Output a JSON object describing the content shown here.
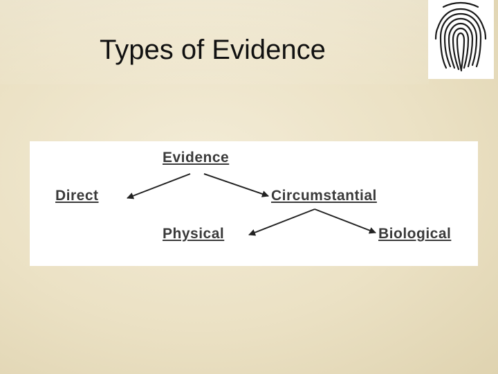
{
  "slide": {
    "title": "Types of Evidence"
  },
  "decoration": {
    "image": "fingerprint-icon"
  },
  "diagram": {
    "root": "Evidence",
    "level1": [
      "Direct",
      "Circumstantial"
    ],
    "level2": [
      "Physical",
      "Biological"
    ],
    "text_color": "#3a3a3a"
  }
}
